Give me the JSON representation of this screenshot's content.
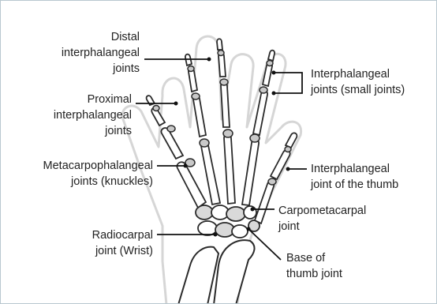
{
  "labels": {
    "distal": "Distal\ninterphalangeal\njoints",
    "interphalangeal_small": "Interphalangeal\njoints (small joints)",
    "proximal": "Proximal\ninterphalangeal\njoints",
    "metacarpophalangeal": "Metacarpophalangeal\njoints (knuckles)",
    "interphalangeal_thumb": "Interphalangeal\njoint of the thumb",
    "carpometacarpal": "Carpometacarpal\njoint",
    "radiocarpal": "Radiocarpal\njoint (Wrist)",
    "base_thumb": "Base of\nthumb joint"
  },
  "colors": {
    "border": "#b9c7cf",
    "bone_fill": "#ffffff",
    "bone_stroke": "#2a2a2a",
    "joint_fill": "#c9c9c9",
    "hand_outline": "#d6d6d6",
    "leader_line": "#111111"
  }
}
